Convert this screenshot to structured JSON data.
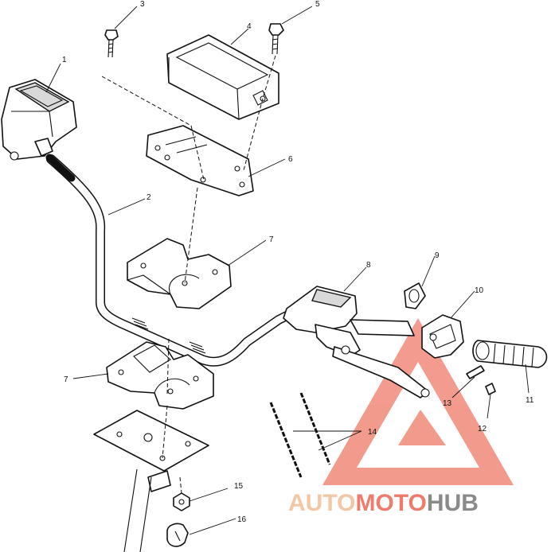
{
  "callouts": {
    "c1": "1",
    "c2": "2",
    "c3": "3",
    "c4": "4",
    "c5": "5",
    "c6": "6",
    "c7a": "7",
    "c7b": "7",
    "c8": "8",
    "c9": "9",
    "c10": "10",
    "c11": "11",
    "c12": "12",
    "c13": "13",
    "c14": "14",
    "c15": "15",
    "c16": "16"
  },
  "watermark": {
    "part1": "AUTO",
    "part2": "MOTO",
    "part3": "HUB",
    "color_light": "#f3c7a6",
    "color_accent": "#ef7b6c",
    "color_dark": "#8a8a8a"
  }
}
